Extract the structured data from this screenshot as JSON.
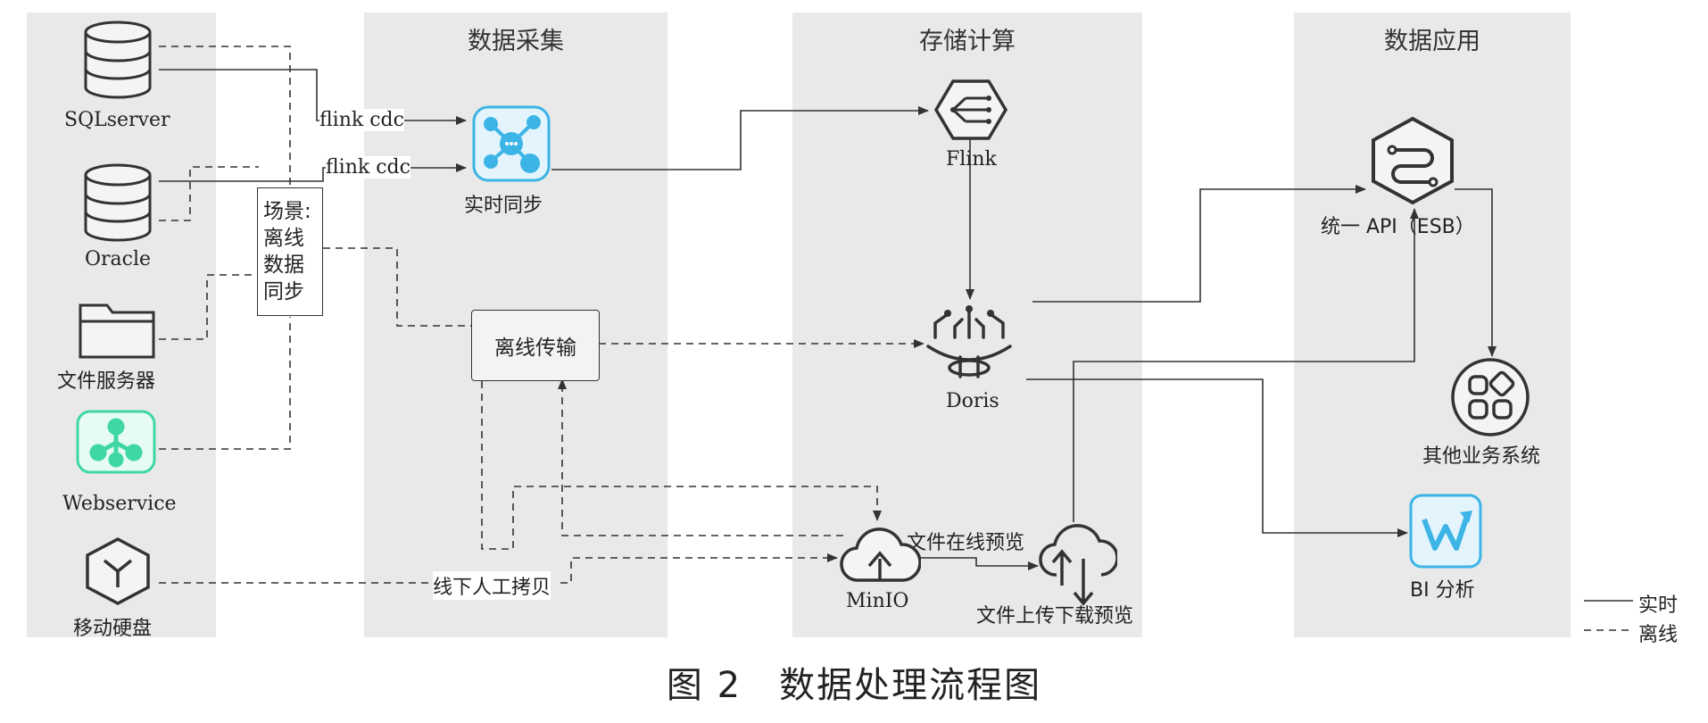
{
  "sections": {
    "sources": "",
    "collect": "数据采集",
    "storage": "存储计算",
    "apply": "数据应用"
  },
  "sources": {
    "sqlserver": "SQLserver",
    "oracle": "Oracle",
    "fileserver": "文件服务器",
    "webservice": "Webservice",
    "hdd": "移动硬盘"
  },
  "scene_box": "场景:\n离线\n数据\n同步",
  "edge_labels": {
    "cdc1": "flink cdc",
    "cdc2": "flink cdc",
    "manual_copy": "线下人工拷贝",
    "preview": "文件在线预览"
  },
  "nodes": {
    "realtime_sync": "实时同步",
    "offline_transfer": "离线传输",
    "flink": "Flink",
    "doris": "Doris",
    "minio": "MinIO",
    "file_updown": "文件上传下载预览",
    "unified_api": "统一 API（ESB）",
    "other_systems": "其他业务系统",
    "bi": "BI 分析"
  },
  "legend": {
    "realtime": "实时",
    "offline": "离线"
  },
  "caption": "图 2　数据处理流程图",
  "colors": {
    "panel": "#e9e9e9",
    "line": "#333333",
    "cyan": "#3cb4e6",
    "mint": "#3fd7a5"
  }
}
